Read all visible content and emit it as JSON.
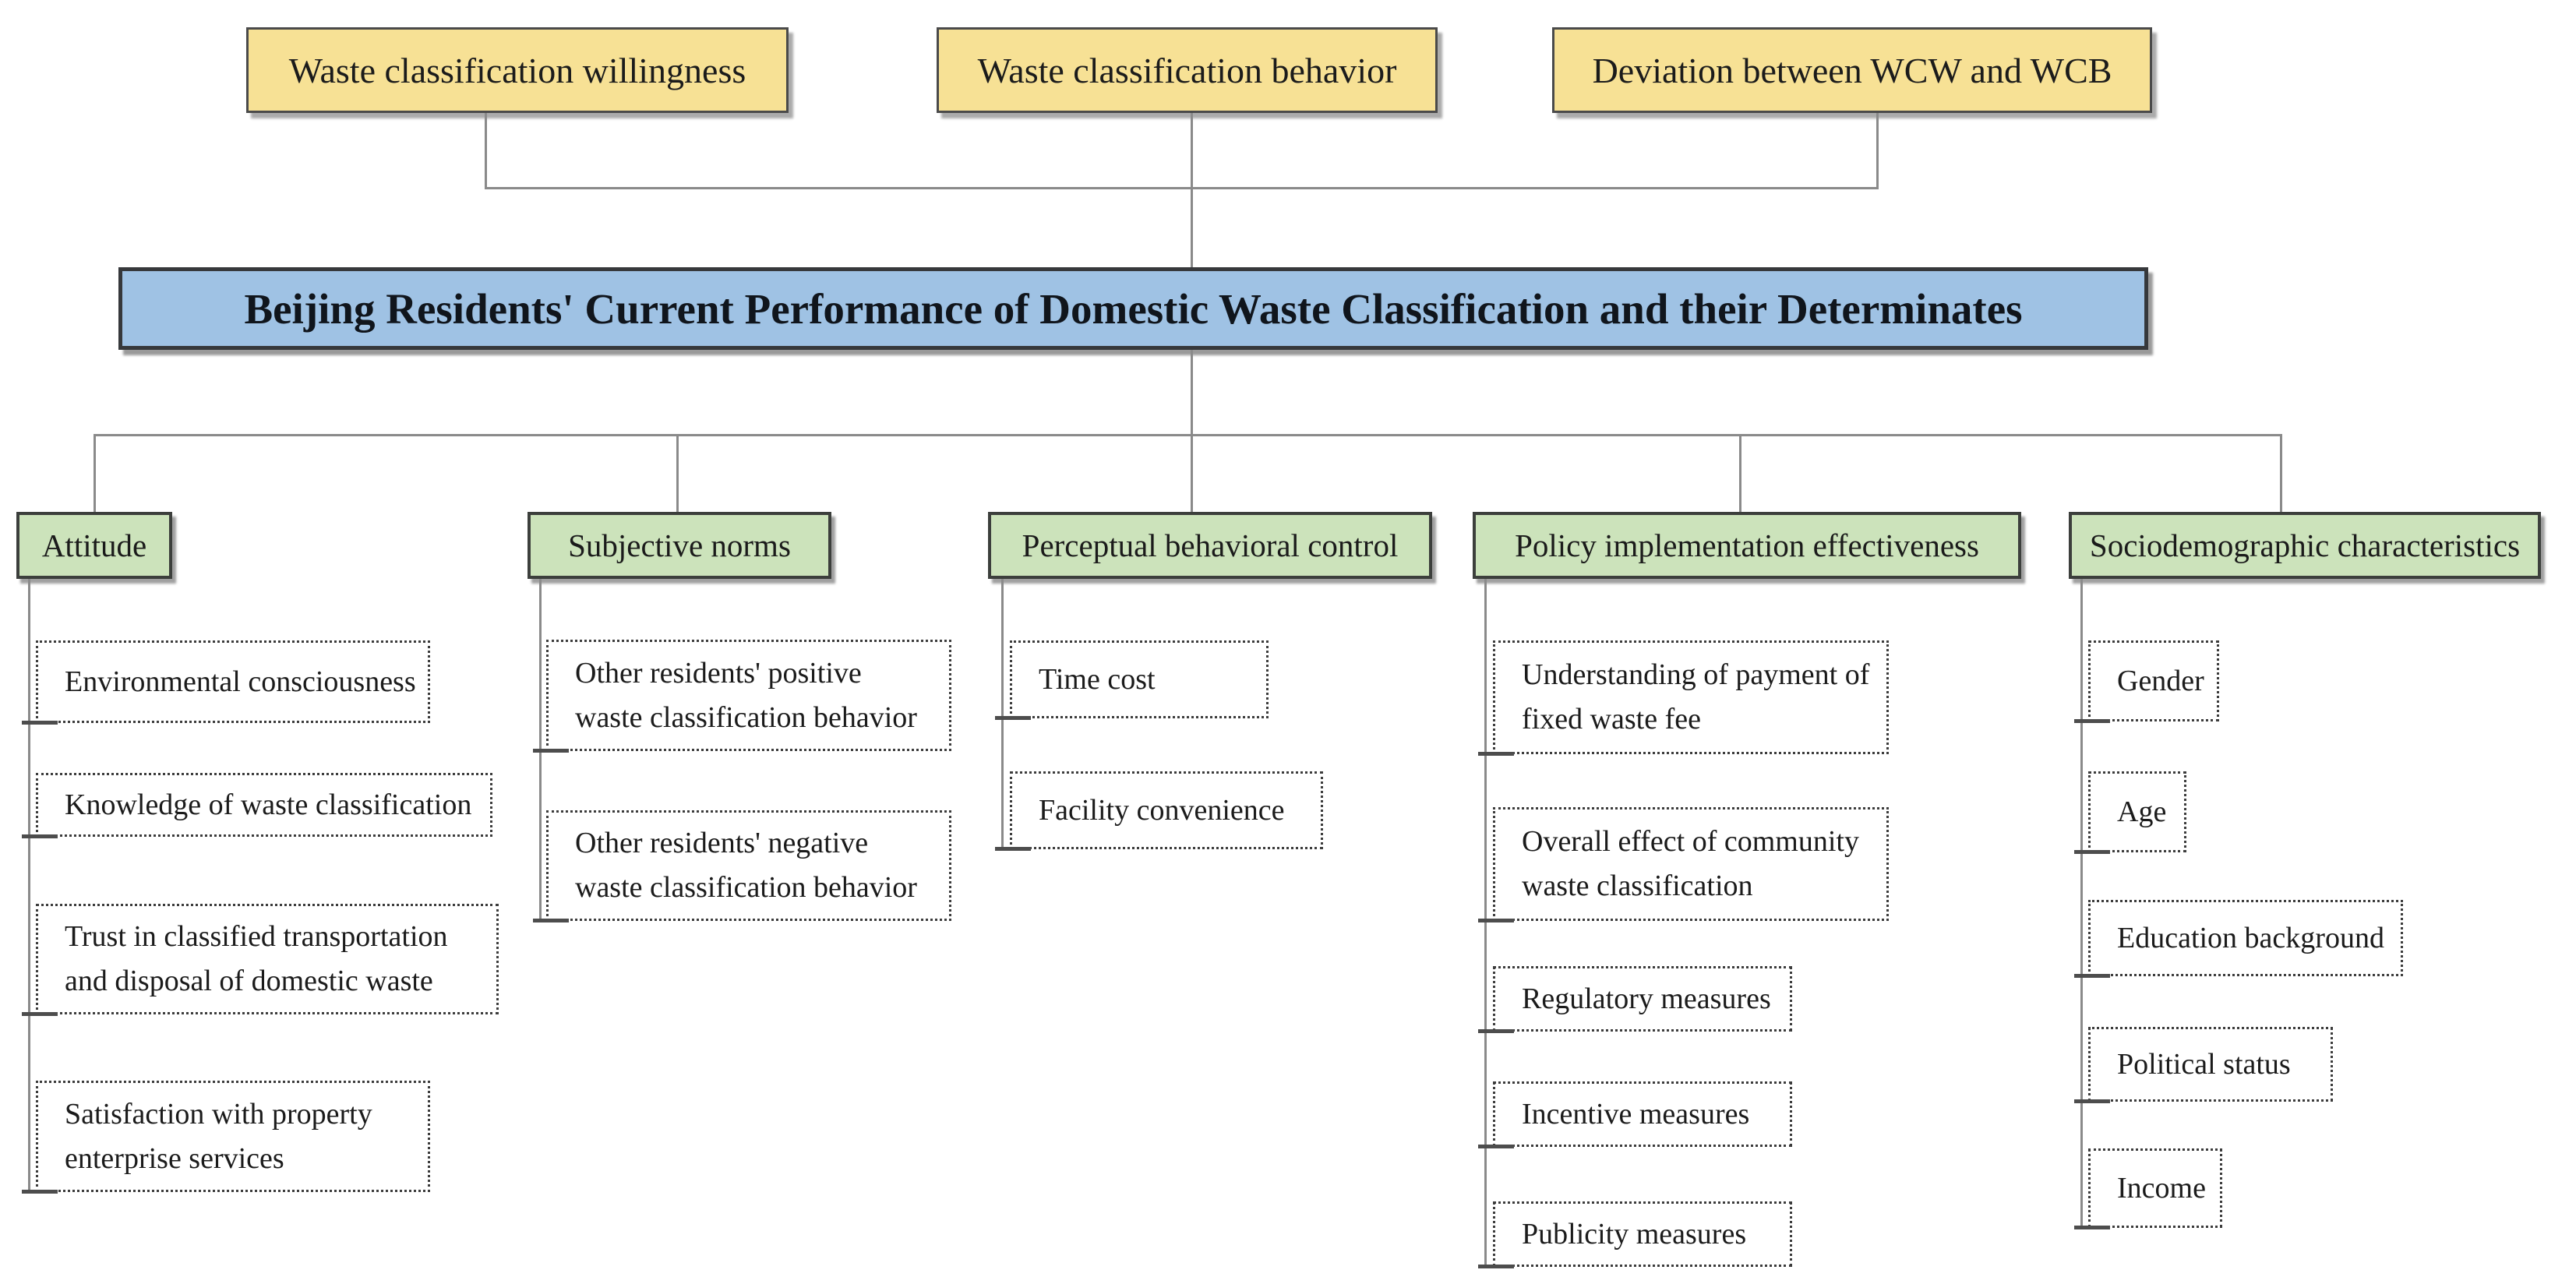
{
  "title": "Beijing Residents' Current Performance of Domestic Waste Classification and their Determinates",
  "outcomes": [
    {
      "label": "Waste classification willingness"
    },
    {
      "label": "Waste classification behavior"
    },
    {
      "label": "Deviation between WCW and WCB"
    }
  ],
  "categories": [
    {
      "label": "Attitude",
      "items": [
        "Environmental consciousness",
        "Knowledge of waste classification",
        "Trust in classified transportation\nand disposal of domestic waste",
        "Satisfaction with property\nenterprise services"
      ]
    },
    {
      "label": "Subjective norms",
      "items": [
        "Other residents' positive\nwaste classification behavior",
        "Other residents' negative\nwaste classification behavior"
      ]
    },
    {
      "label": "Perceptual behavioral control",
      "items": [
        "Time cost",
        "Facility convenience"
      ]
    },
    {
      "label": "Policy implementation effectiveness",
      "items": [
        "Understanding of payment of\nfixed waste fee",
        "Overall effect of community\nwaste classification",
        "Regulatory measures",
        "Incentive measures",
        "Publicity measures"
      ]
    },
    {
      "label": "Sociodemographic characteristics",
      "items": [
        "Gender",
        "Age",
        "Education background",
        "Political status",
        "Income"
      ]
    }
  ],
  "colors": {
    "outcome_fill": "#F7E195",
    "title_fill": "#9FC2E4",
    "category_fill": "#CCE3BB",
    "box_border": "#3c3c3c",
    "connector_gray": "#8a8a8a"
  }
}
